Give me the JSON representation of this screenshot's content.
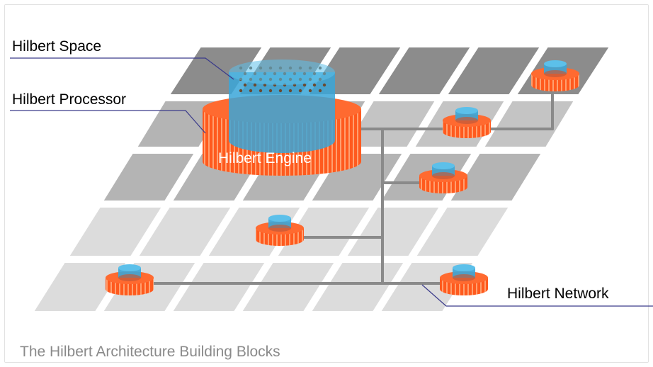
{
  "labels": {
    "hilbert_space": "Hilbert Space",
    "hilbert_processor": "Hilbert Processor",
    "hilbert_engine": "Hilbert Engine",
    "hilbert_network": "Hilbert Network"
  },
  "caption": "The Hilbert Architecture Building Blocks",
  "colors": {
    "grid_dark": "#8c8c8c",
    "grid_mid": "#b4b4b4",
    "grid_light": "#dcdcdc",
    "processor_orange": "#ff5a1e",
    "space_blue": "#3aa6d8",
    "network_line": "#8a8a8a",
    "leader_line": "#3a3a8a"
  }
}
